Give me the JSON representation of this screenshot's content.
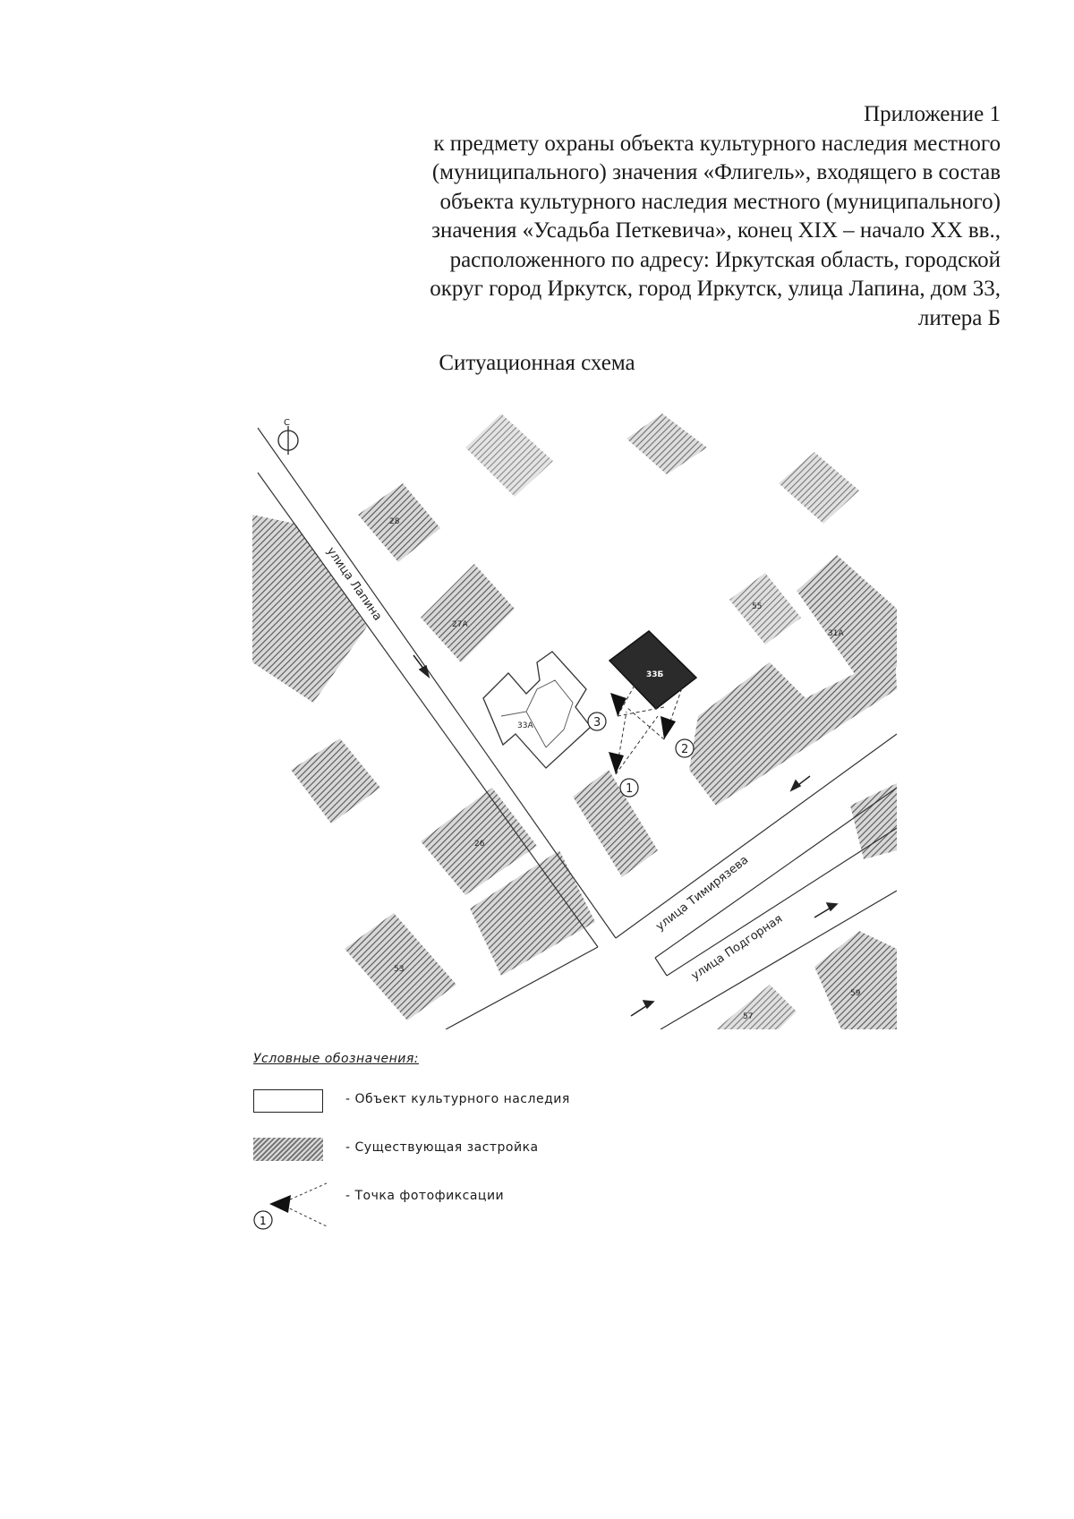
{
  "header": {
    "lines": [
      "Приложение 1",
      "к предмету охраны объекта культурного наследия местного",
      "(муниципального) значения «Флигель», входящего в состав",
      "объекта культурного наследия местного (муниципального)",
      "значения «Усадьба Петкевича», конец XIX – начало XX вв.,",
      "расположенного по адресу: Иркутская область, городской",
      "округ город Иркутск, город Иркутск, улица Лапина, дом 33,",
      "литера Б"
    ]
  },
  "title": "Ситуационная схема",
  "map": {
    "north_letter": "С",
    "streets": {
      "lapina": "улица Лапина",
      "timiryazeva": "улица Тимирязева",
      "podgornaya": "улица Подгорная"
    },
    "buildings": {
      "b33a": "33А",
      "b33b": "33Б",
      "b26": "26",
      "b27a": "27А",
      "b28": "28",
      "b53": "53",
      "b31a": "31А",
      "b55": "55",
      "b57": "57",
      "b59": "59"
    },
    "photo_points": [
      "1",
      "2",
      "3"
    ]
  },
  "legend": {
    "title": "Условные обозначения:",
    "items": [
      {
        "label": "- Объект культурного наследия"
      },
      {
        "label": "- Существующая застройка"
      },
      {
        "label": "- Точка фотофиксации",
        "marker": "1"
      }
    ]
  }
}
